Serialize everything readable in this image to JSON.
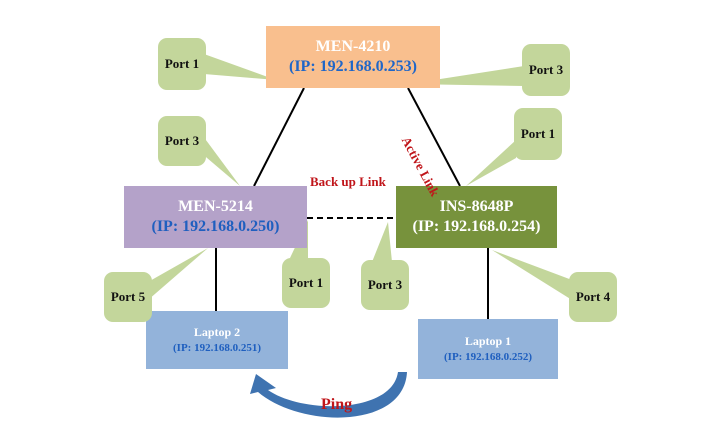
{
  "colors": {
    "men4210_fill": "#f9bf8e",
    "men5214_fill": "#b4a2c9",
    "ins8648_fill": "#77923c",
    "laptop_fill": "#93b3da",
    "port_fill": "#c3d69b",
    "label_red": "#c0151a",
    "ip_blue": "#1f66c8",
    "ping_arrow": "#3f73b0"
  },
  "devices": {
    "men4210": {
      "name": "MEN-4210",
      "ip": "(IP: 192.168.0.253)"
    },
    "men5214": {
      "name": "MEN-5214",
      "ip": "(IP: 192.168.0.250)"
    },
    "ins8648p": {
      "name": "INS-8648P",
      "ip": "(IP: 192.168.0.254)"
    },
    "laptop2": {
      "name": "Laptop 2",
      "ip": "(IP: 192.168.0.251)"
    },
    "laptop1": {
      "name": "Laptop 1",
      "ip": "(IP: 192.168.0.252)"
    }
  },
  "ports": {
    "men4210_port1": "Port 1",
    "men4210_port3": "Port 3",
    "men5214_port3": "Port 3",
    "ins8648p_port1": "Port 1",
    "men5214_port5": "Port 5",
    "men5214_port1": "Port 1",
    "ins8648p_port3": "Port 3",
    "ins8648p_port4": "Port 4"
  },
  "links": {
    "backup_label": "Back up Link",
    "active_label": "Active Link",
    "ping_label": "Ping"
  }
}
